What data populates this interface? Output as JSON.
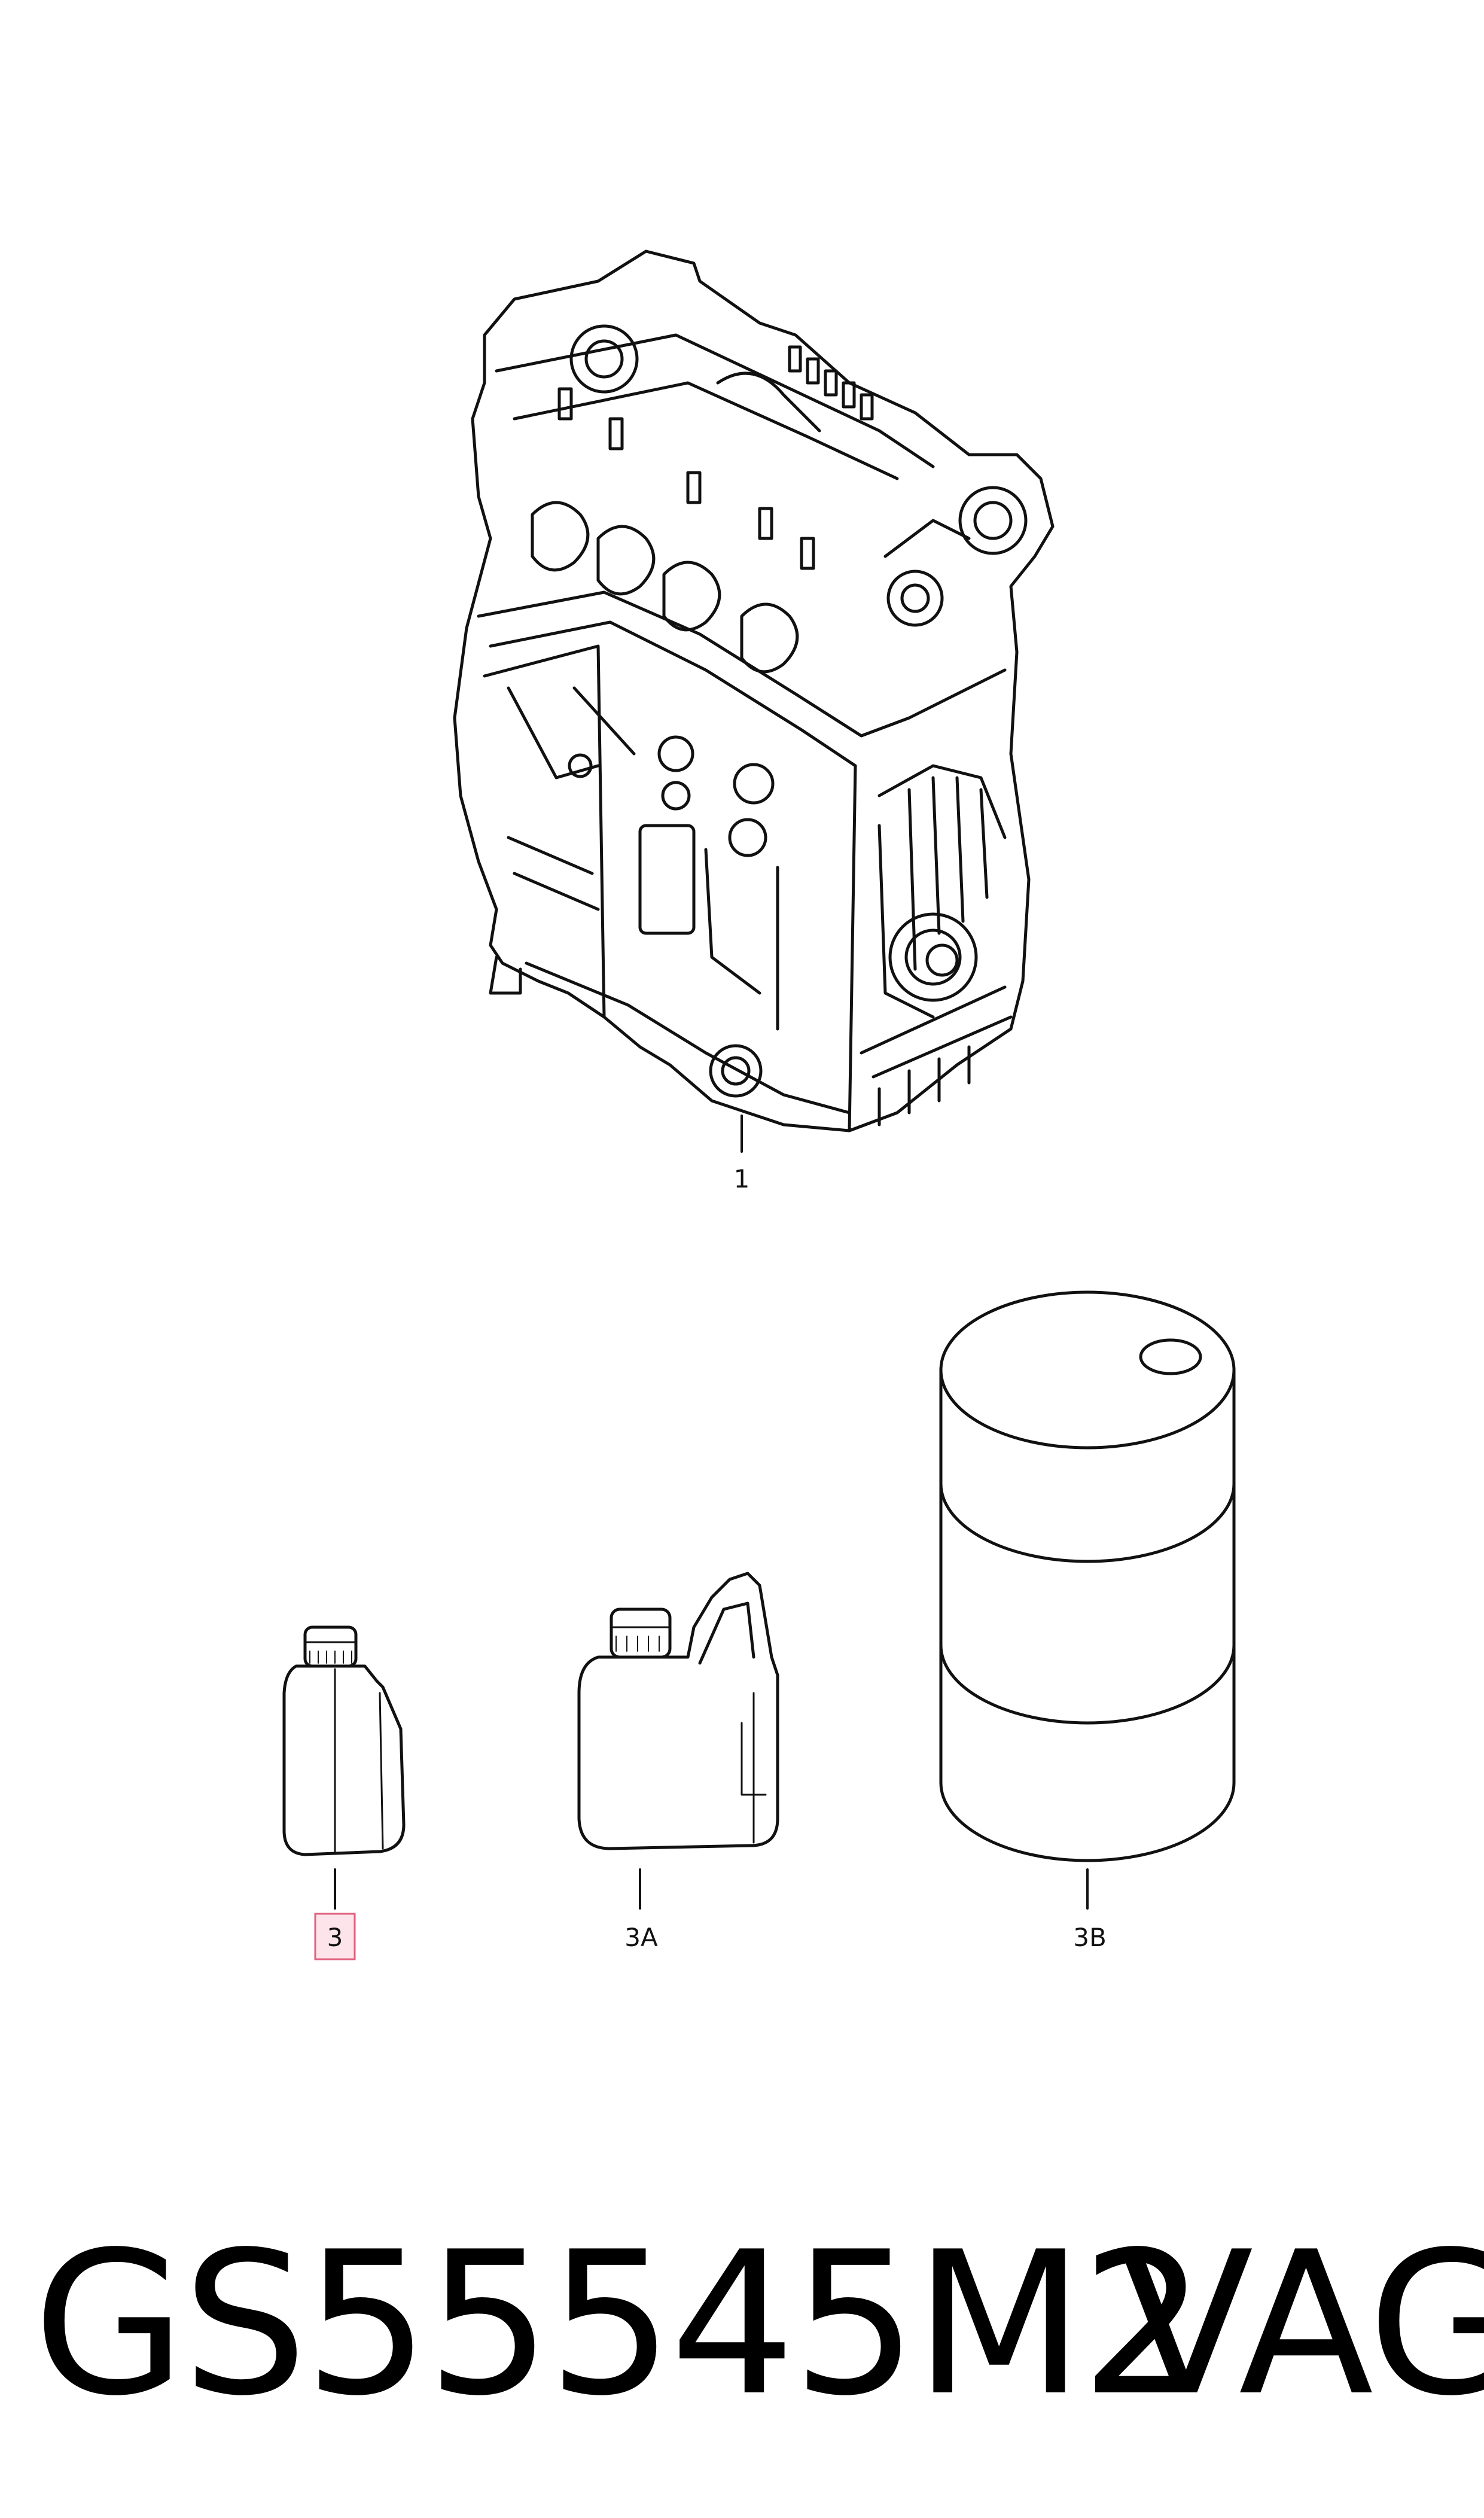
{
  "diagram": {
    "callouts": {
      "engine": "1",
      "small_bottle": "3",
      "canister": "3A",
      "drum": "3B"
    },
    "highlight_color": "#e0607e",
    "highlight_fill": "#fde4ea"
  },
  "footer": {
    "part_number": "GS55545M2",
    "brand": "VAG"
  }
}
